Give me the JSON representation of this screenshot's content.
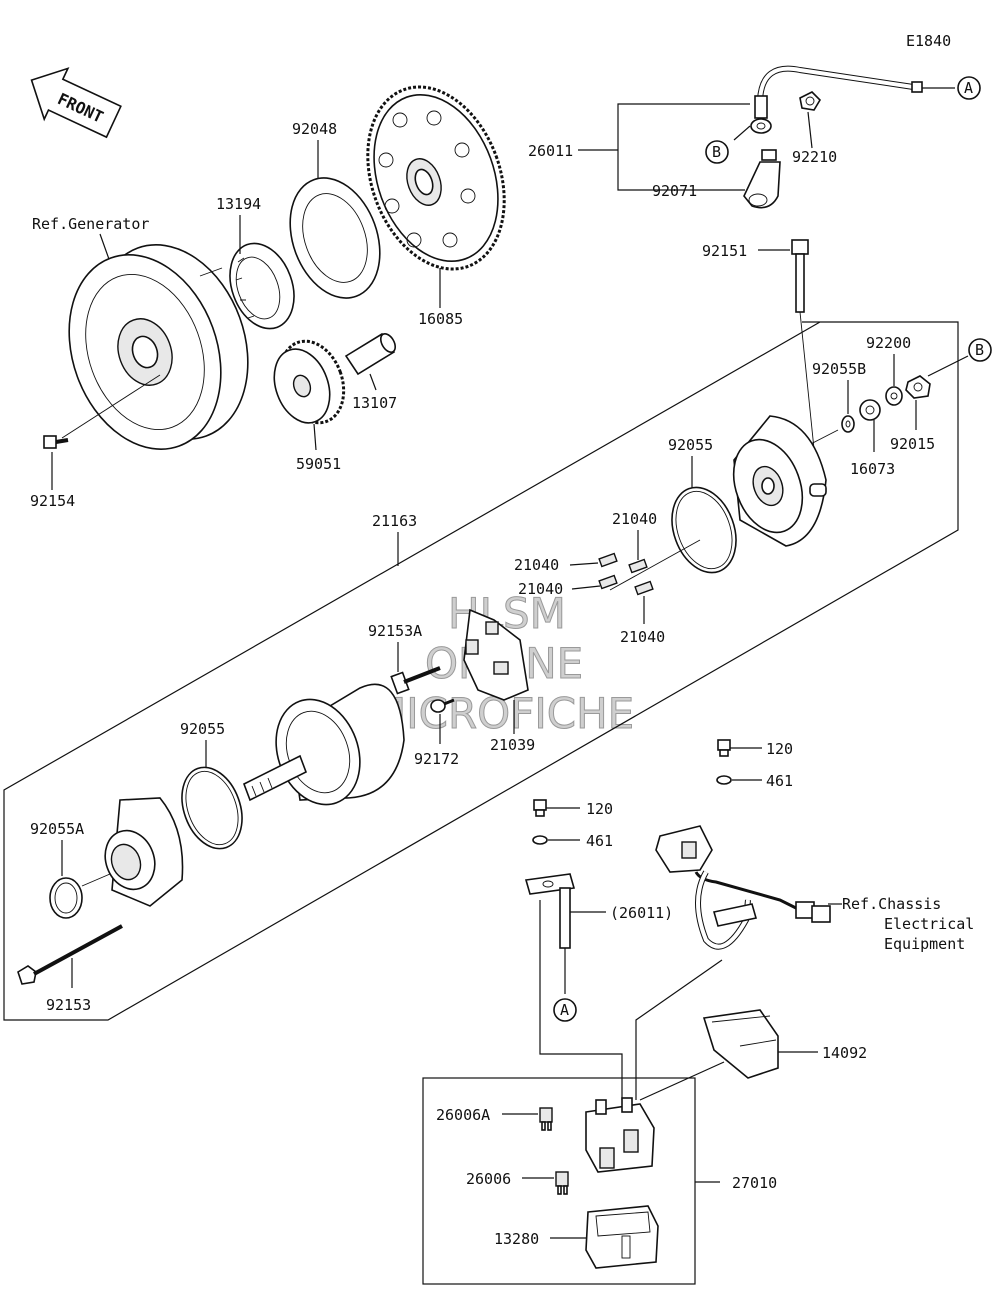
{
  "diagram_code": "E1840",
  "front_label": "FRONT",
  "watermark": [
    "HLSM",
    "ONLINE",
    "MICROFICHE"
  ],
  "references": {
    "generator": "Ref.Generator",
    "chassis": [
      "Ref.Chassis",
      "Electrical",
      "Equipment"
    ]
  },
  "connectors": {
    "a": "A",
    "b": "B"
  },
  "part_numbers": {
    "p26011": "26011",
    "p92210": "92210",
    "p92071": "92071",
    "p92048": "92048",
    "p13194": "13194",
    "p16085": "16085",
    "p13107": "13107",
    "p59051": "59051",
    "p92154": "92154",
    "p92151": "92151",
    "p92200": "92200",
    "p92055b": "92055B",
    "p92015": "92015",
    "p16073": "16073",
    "p92055_top": "92055",
    "p21163": "21163",
    "p21040_1": "21040",
    "p21040_2": "21040",
    "p21040_3": "21040",
    "p21040_4": "21040",
    "p92153a": "92153A",
    "p92172": "92172",
    "p21039": "21039",
    "p92055_bot": "92055",
    "p92055a": "92055A",
    "p92153": "92153",
    "p120_1": "120",
    "p461_1": "461",
    "p120_2": "120",
    "p461_2": "461",
    "p26011_paren": "(26011)",
    "p14092": "14092",
    "p26006a": "26006A",
    "p26006": "26006",
    "p27010": "27010",
    "p13280": "13280"
  }
}
